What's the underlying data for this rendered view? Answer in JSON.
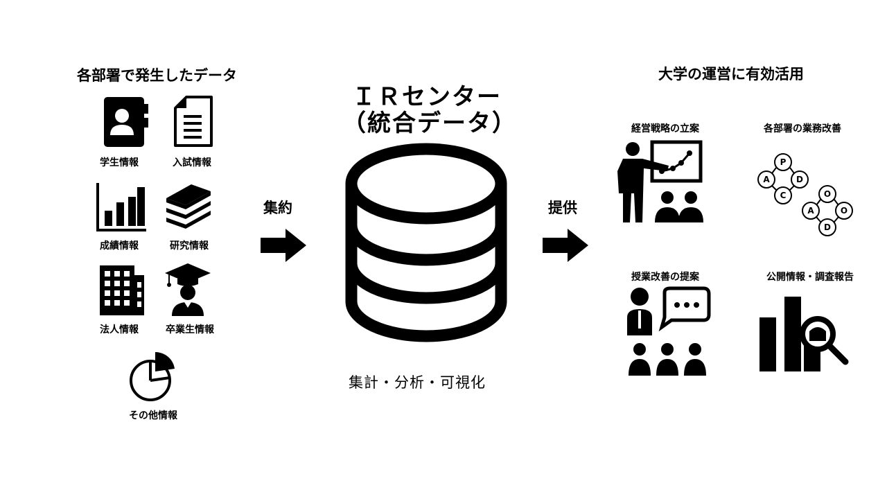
{
  "left": {
    "header": "各部署で発生したデータ",
    "items": [
      {
        "label": "学生情報",
        "icon": "student-id-card-icon"
      },
      {
        "label": "入試情報",
        "icon": "document-icon"
      },
      {
        "label": "成績情報",
        "icon": "bar-chart-icon"
      },
      {
        "label": "研究情報",
        "icon": "books-icon"
      },
      {
        "label": "法人情報",
        "icon": "office-building-icon"
      },
      {
        "label": "卒業生情報",
        "icon": "graduate-icon"
      },
      {
        "label": "その他情報",
        "icon": "pie-chart-icon"
      }
    ]
  },
  "arrows": {
    "left_label": "集約",
    "right_label": "提供"
  },
  "center": {
    "title_line1": "ＩＲセンター",
    "title_line2": "（統合データ）",
    "caption": "集計・分析・可視化",
    "icon": "database-icon"
  },
  "right": {
    "header": "大学の運営に有効活用",
    "items": [
      {
        "label": "経営戦略の立案",
        "icon": "presentation-icon"
      },
      {
        "label": "各部署の業務改善",
        "icon": "pdca-cycle-icon"
      },
      {
        "label": "授業改善の提案",
        "icon": "lecture-feedback-icon"
      },
      {
        "label": "公開情報・調査報告",
        "icon": "analysis-report-icon"
      }
    ],
    "pdca_letters": {
      "top": "P",
      "left": "A",
      "right": "D",
      "bottom": "C"
    },
    "oado_letters": {
      "top": "O",
      "left": "A",
      "right": "O",
      "bottom": "D"
    }
  }
}
